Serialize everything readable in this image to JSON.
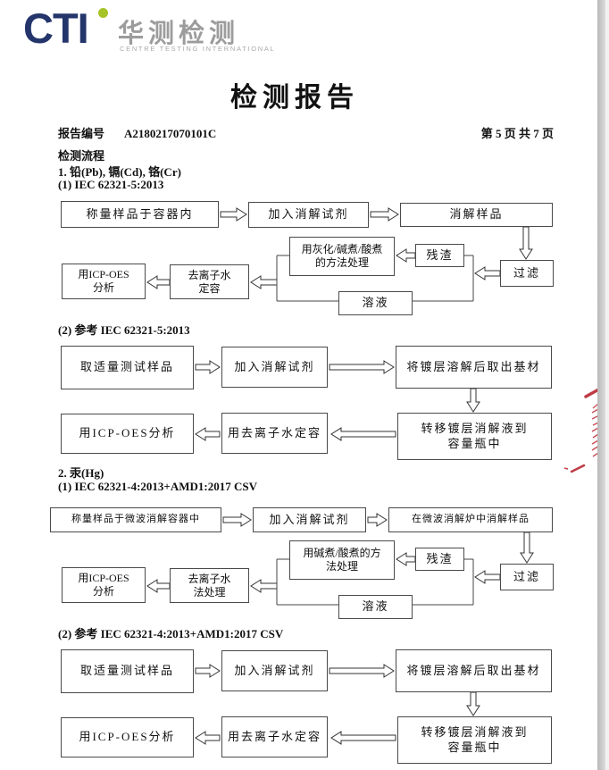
{
  "logo": {
    "text": "CTI",
    "cn": "华测检测",
    "en": "CENTRE TESTING INTERNATIONAL"
  },
  "colors": {
    "logo_navy": "#24356b",
    "logo_green": "#a6c425",
    "logo_gray": "#9c9c9c",
    "stamp_red": "#bf3b45"
  },
  "title": "检测报告",
  "meta": {
    "report_no_label": "报告编号",
    "report_no": "A2180217070101C",
    "page_info": "第 5 页  共 7 页"
  },
  "headings": {
    "process": "检测流程",
    "s1": "1. 铅(Pb), 镉(Cd), 铬(Cr)",
    "s1m1": "(1) IEC 62321-5:2013",
    "s1m2": "(2) 参考 IEC 62321-5:2013",
    "s2": "2. 汞(Hg)",
    "s2m1": "(1) IEC 62321-4:2013+AMD1:2017 CSV",
    "s2m2": "(2) 参考 IEC 62321-4:2013+AMD1:2017 CSV"
  },
  "flow1": {
    "weigh": "称量样品于容器内",
    "add": "加入消解试剂",
    "digest": "消解样品",
    "filter": "过滤",
    "residue": "残渣",
    "treat": "用灰化/碱煮/酸煮\n的方法处理",
    "solution": "溶液",
    "volume": "去离子水\n定容",
    "analyze": "用ICP-OES\n分析"
  },
  "flow2": {
    "sample": "取适量测试样品",
    "add": "加入消解试剂",
    "dissolve": "将镀层溶解后取出基材",
    "transfer": "转移镀层消解液到\n容量瓶中",
    "volume": "用去离子水定容",
    "analyze": "用ICP-OES分析"
  },
  "flow3": {
    "weigh": "称量样品于微波消解容器中",
    "add": "加入消解试剂",
    "digest": "在微波消解炉中消解样品",
    "filter": "过滤",
    "residue": "残渣",
    "treat": "用碱煮/酸煮的方\n法处理",
    "solution": "溶液",
    "volume": "去离子水\n法处理",
    "analyze": "用ICP-OES\n分析"
  },
  "flow4": {
    "sample": "取适量测试样品",
    "add": "加入消解试剂",
    "dissolve": "将镀层溶解后取出基材",
    "transfer": "转移镀层消解液到\n容量瓶中",
    "volume": "用去离子水定容",
    "analyze": "用ICP-OES分析"
  }
}
